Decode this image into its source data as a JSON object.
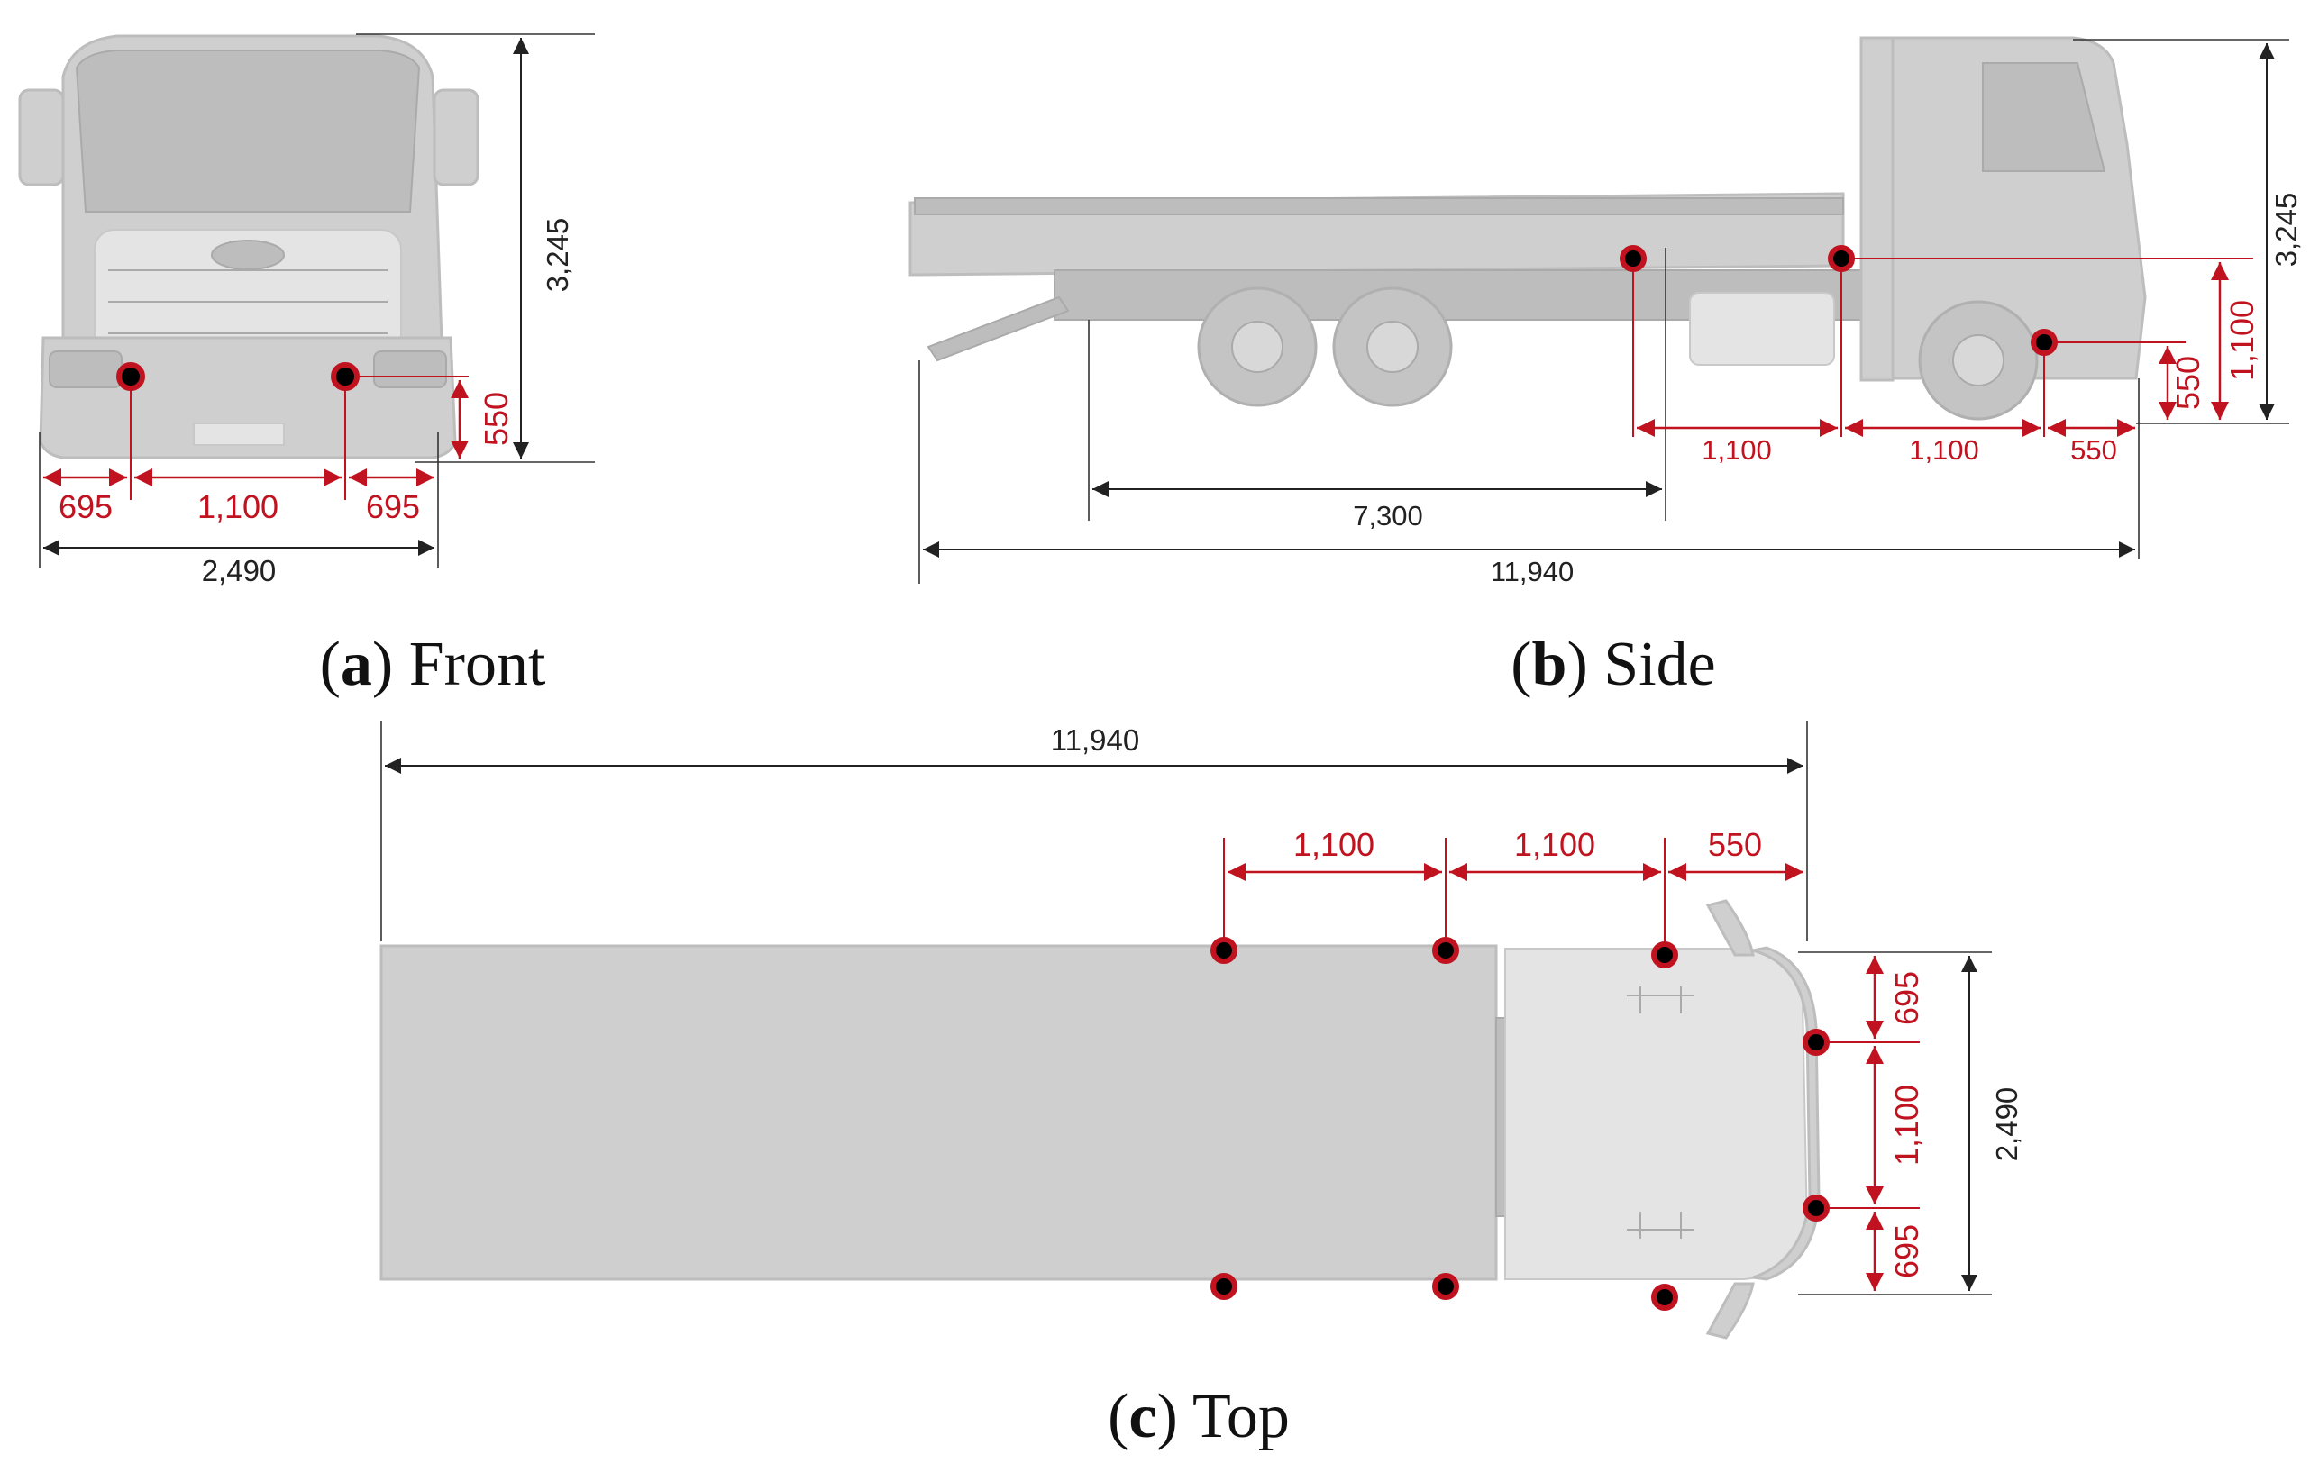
{
  "captions": {
    "a": {
      "letter": "a",
      "title": "Front"
    },
    "b": {
      "letter": "b",
      "title": "Side"
    },
    "c": {
      "letter": "c",
      "title": "Top"
    }
  },
  "front": {
    "height": "3,245",
    "sensor_height": "550",
    "left_offset": "695",
    "spacing": "1,100",
    "right_offset": "695",
    "width": "2,490"
  },
  "side": {
    "height": "3,245",
    "upper_sensor_height": "1,100",
    "lower_sensor_height": "550",
    "spacing_rear": "1,100",
    "spacing_front": "1,100",
    "front_offset": "550",
    "wheelbase": "7,300",
    "length": "11,940"
  },
  "top": {
    "length": "11,940",
    "spacing_rear": "1,100",
    "spacing_front": "1,100",
    "front_offset": "550",
    "side_offset_top": "695",
    "sensor_spacing": "1,100",
    "side_offset_bottom": "695",
    "width": "2,490"
  },
  "colors": {
    "dimension_red": "#c1121f",
    "dimension_black": "#222222",
    "truck_gray": "#cfcfcf",
    "sensor": "#000000"
  }
}
